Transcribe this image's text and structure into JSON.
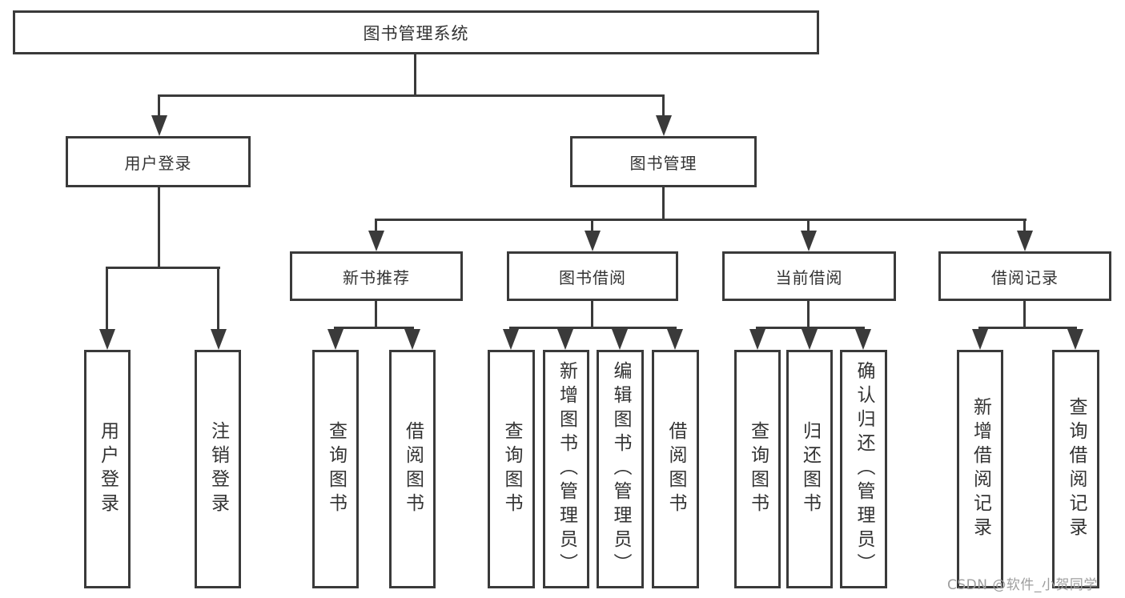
{
  "nodes": {
    "root": "图书管理系统",
    "userLogin": "用户登录",
    "bookMgmt": "图书管理",
    "newBooks": "新书推荐",
    "bookBorrow": "图书借阅",
    "currentBorrow": "当前借阅",
    "borrowRecords": "借阅记录",
    "leafUserLogin": "用户登录",
    "leafLogout": "注销登录",
    "leafQueryBooksNew": "查询图书",
    "leafBorrowBooksNew": "借阅图书",
    "leafQueryBooksBorrow": "查询图书",
    "leafAddBooks": "新增图书（管理员）",
    "leafEditBooks": "编辑图书（管理员）",
    "leafBorrowBooksBorrow": "借阅图书",
    "leafQueryBooksCurrent": "查询图书",
    "leafReturnBooks": "归还图书",
    "leafConfirmReturn": "确认归还（管理员）",
    "leafAddBorrowRecord": "新增借阅记录",
    "leafQueryBorrowRecord": "查询借阅记录"
  },
  "hierarchy": {
    "图书管理系统": {
      "用户登录": [
        "用户登录",
        "注销登录"
      ],
      "图书管理": {
        "新书推荐": [
          "查询图书",
          "借阅图书"
        ],
        "图书借阅": [
          "查询图书",
          "新增图书（管理员）",
          "编辑图书（管理员）",
          "借阅图书"
        ],
        "当前借阅": [
          "查询图书",
          "归还图书",
          "确认归还（管理员）"
        ],
        "借阅记录": [
          "新增借阅记录",
          "查询借阅记录"
        ]
      }
    }
  },
  "watermark": {
    "text": "CSDN @软件_小贺同学"
  },
  "colors": {
    "line": "#3a3a3a",
    "node_border": "#3a3a3a",
    "text": "#333333",
    "watermark": "#9e9e9e",
    "background": "#ffffff"
  }
}
